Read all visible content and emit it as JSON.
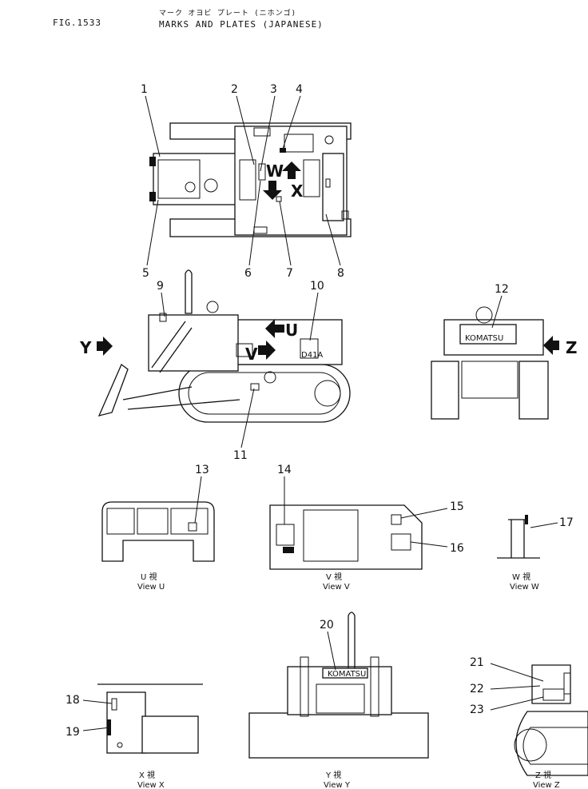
{
  "header": {
    "figure": "FIG.1533",
    "title_japanese": "マーク オヨビ プレート (ニホンゴ)",
    "title_english": "MARKS AND PLATES (JAPANESE)"
  },
  "callouts": [
    "1",
    "2",
    "3",
    "4",
    "5",
    "6",
    "7",
    "8",
    "9",
    "10",
    "11",
    "12",
    "13",
    "14",
    "15",
    "16",
    "17",
    "18",
    "19",
    "20",
    "21",
    "22",
    "23"
  ],
  "view_arrows": {
    "u": "U",
    "v": "V",
    "w": "W",
    "x": "X",
    "y": "Y",
    "z": "Z"
  },
  "views": {
    "u": {
      "ja": "U 視",
      "en": "View U"
    },
    "v": {
      "ja": "V 視",
      "en": "View V"
    },
    "w": {
      "ja": "W 視",
      "en": "View W"
    },
    "x": {
      "ja": "X 視",
      "en": "View X"
    },
    "y": {
      "ja": "Y 視",
      "en": "View Y"
    },
    "z": {
      "ja": "Z 視",
      "en": "View Z"
    }
  },
  "plate_texts": {
    "brand": "KOMATSU",
    "model": "D41A"
  }
}
